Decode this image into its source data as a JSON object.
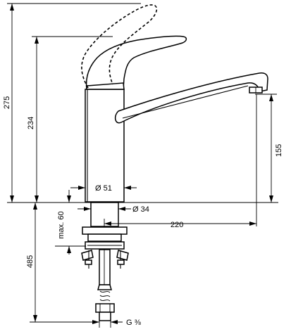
{
  "dimensions": {
    "overall_height": "275",
    "body_height": "234",
    "spout_height": "155",
    "body_diameter": "Ø 51",
    "shank_diameter": "Ø 34",
    "spout_reach": "220",
    "max_worktop": "max. 60",
    "hose_length": "485",
    "thread": "G ⅜"
  }
}
